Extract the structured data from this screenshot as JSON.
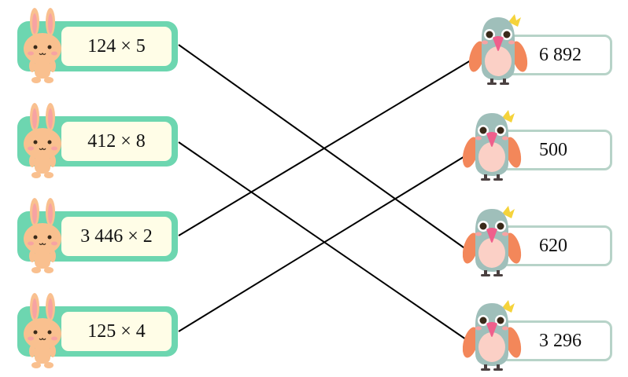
{
  "left_items": [
    {
      "expr": "124 × 5"
    },
    {
      "expr": "412 × 8"
    },
    {
      "expr": "3 446 × 2"
    },
    {
      "expr": "125 × 4"
    }
  ],
  "right_items": [
    {
      "value": "6 892"
    },
    {
      "value": "500"
    },
    {
      "value": "620"
    },
    {
      "value": "3 296"
    }
  ],
  "connections": [
    [
      0,
      2
    ],
    [
      1,
      3
    ],
    [
      2,
      0
    ],
    [
      3,
      1
    ]
  ],
  "colors": {
    "left_border": "#6dd6b0",
    "left_fill": "#fffde7",
    "right_border": "#b7d3c8",
    "bunny": "#f9c08f",
    "parrot_body": "#9fbfba",
    "parrot_wing": "#f3875a",
    "line": "#000000"
  }
}
